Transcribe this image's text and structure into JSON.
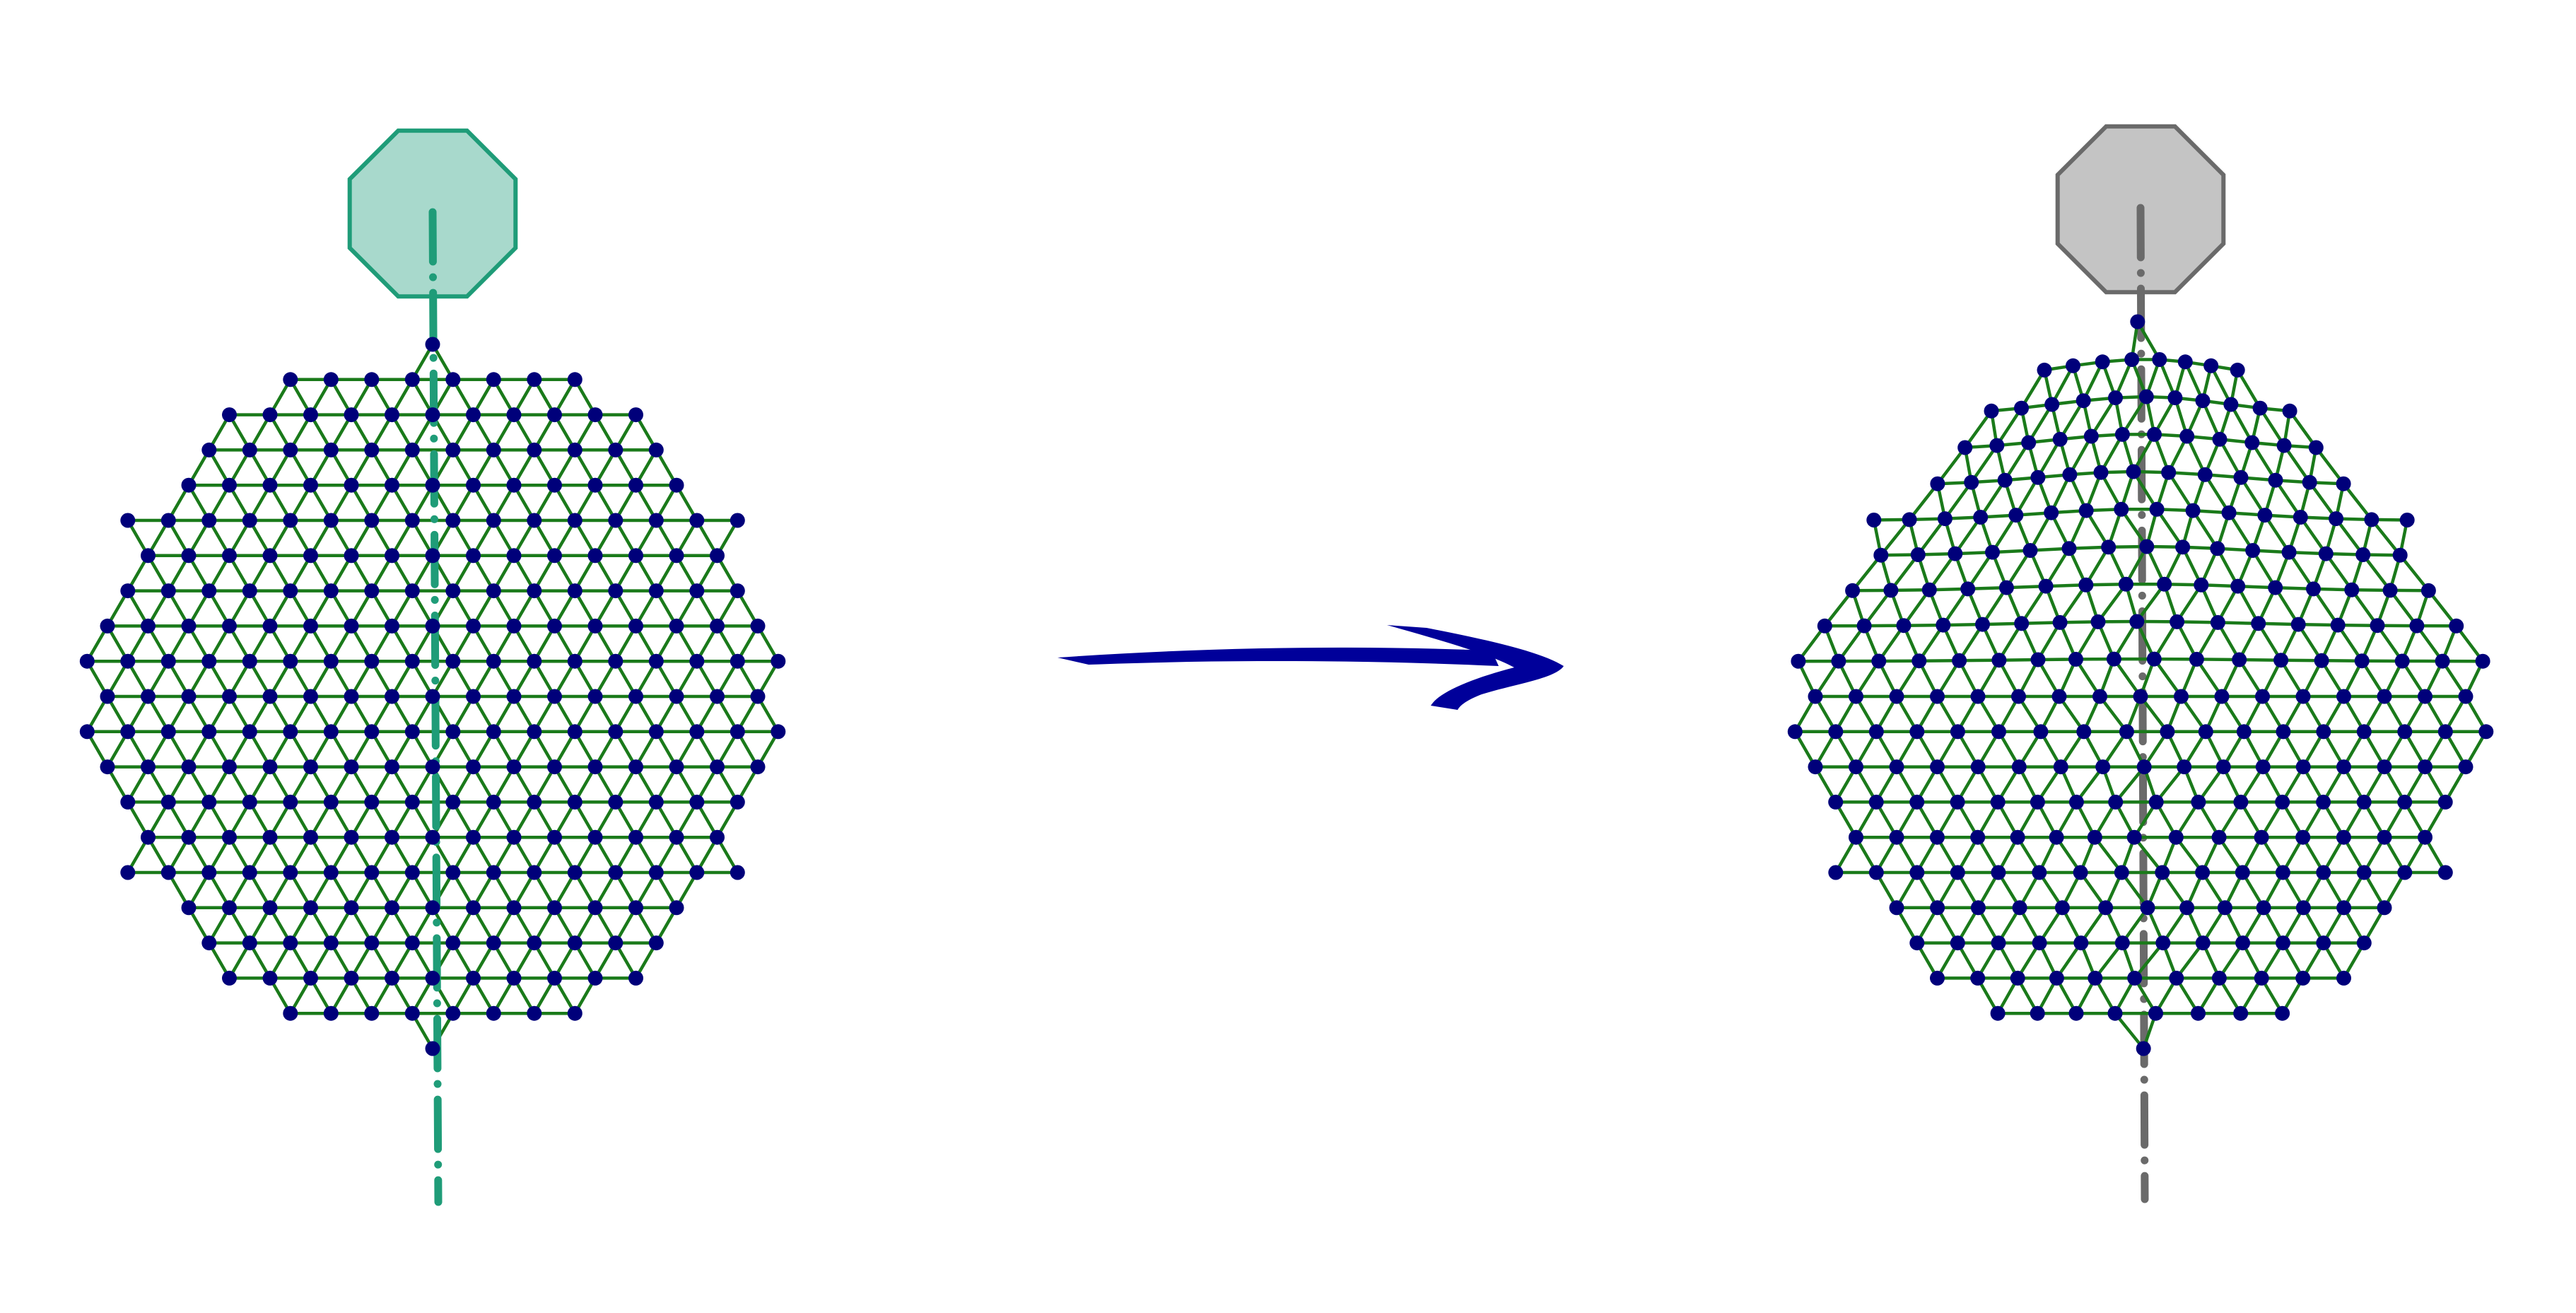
{
  "colors": {
    "background": "#ffffff",
    "mesh_edge": "#1a7a1a",
    "mesh_node": "#00007a",
    "teal_fill": "#a8d9cc",
    "teal_stroke": "#1f9c78",
    "teal_axis": "#1f9c78",
    "gray_fill": "#c4c4c4",
    "gray_stroke": "#6a6a6a",
    "gray_axis": "#6a6a6a",
    "arrow": "#00009a"
  },
  "panels": {
    "left": {
      "state": "undeformed-lattice",
      "indenter": "octagon-teal"
    },
    "right": {
      "state": "indented-lattice",
      "indenter": "octagon-gray"
    }
  },
  "transition": {
    "icon": "curved-arrow-right"
  }
}
